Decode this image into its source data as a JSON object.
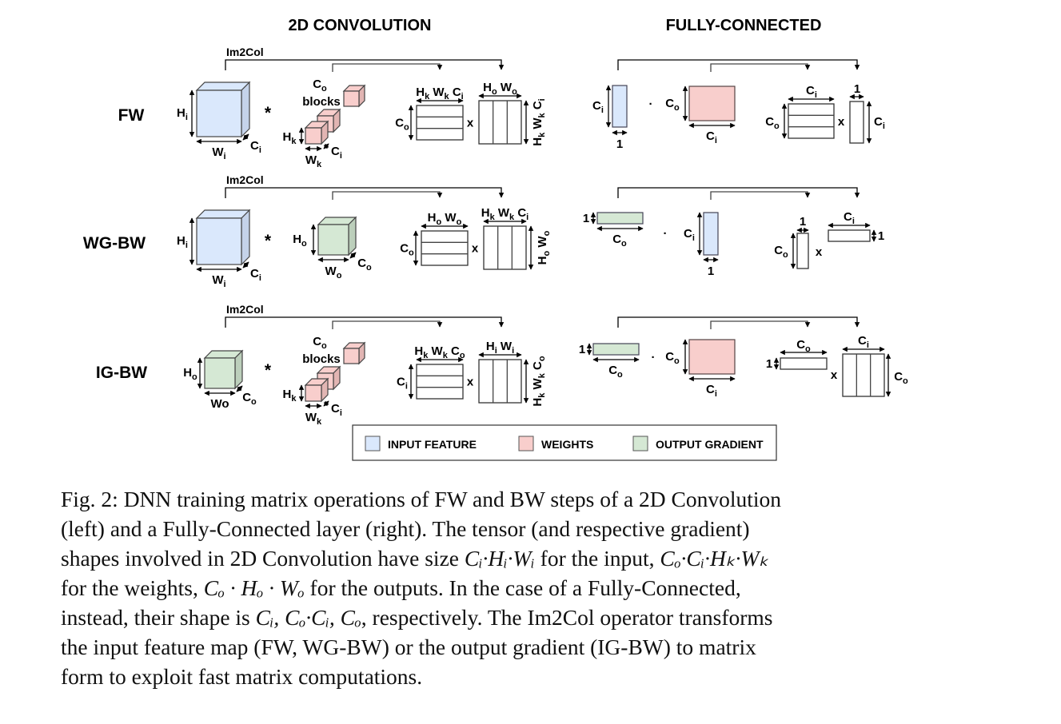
{
  "headers": {
    "conv": "2D CONVOLUTION",
    "fc": "FULLY-CONNECTED"
  },
  "rows": [
    {
      "label": "FW",
      "im2col": "Im2Col",
      "conv": {
        "op": "*",
        "tensor_a": {
          "role": "input-feature",
          "h": [
            "H",
            "i"
          ],
          "w": [
            "W",
            "i"
          ],
          "c": [
            "C",
            "i"
          ]
        },
        "tensor_b": {
          "role": "weights",
          "blocks_top": [
            "C",
            "o"
          ],
          "blocks_label": "blocks",
          "h": [
            "H",
            "k"
          ],
          "w": [
            "W",
            "k"
          ],
          "c": [
            "C",
            "i"
          ]
        },
        "matrix_a": {
          "top": [
            [
              "H",
              "k"
            ],
            [
              "W",
              "k"
            ],
            [
              "C",
              "i"
            ]
          ],
          "side": [
            [
              "C",
              "o"
            ]
          ]
        },
        "times": "x",
        "matrix_b": {
          "top": [
            [
              "H",
              "o"
            ],
            [
              "W",
              "o"
            ]
          ],
          "side": [
            [
              "H",
              "k"
            ],
            [
              "W",
              "k"
            ],
            [
              "C",
              "i"
            ]
          ]
        }
      },
      "fc": {
        "op": "·",
        "vec": {
          "role": "input-feature",
          "side": [
            "C",
            "i"
          ],
          "bottom": "1"
        },
        "mat": {
          "role": "weights",
          "side": [
            "C",
            "o"
          ],
          "bottom": [
            "C",
            "i"
          ]
        },
        "res_a": {
          "top": [
            "C",
            "i"
          ],
          "side": [
            "C",
            "o"
          ]
        },
        "times": "x",
        "res_b": {
          "top": "1",
          "side": [
            "C",
            "i"
          ]
        }
      }
    },
    {
      "label": "WG-BW",
      "im2col": "Im2Col",
      "conv": {
        "op": "*",
        "tensor_a": {
          "role": "input-feature",
          "h": [
            "H",
            "i"
          ],
          "w": [
            "W",
            "i"
          ],
          "c": [
            "C",
            "i"
          ]
        },
        "tensor_b": {
          "role": "output-gradient",
          "h": [
            "H",
            "o"
          ],
          "w": [
            "W",
            "o"
          ],
          "c": [
            "C",
            "o"
          ]
        },
        "matrix_a": {
          "top": [
            [
              "H",
              "o"
            ],
            [
              "W",
              "o"
            ]
          ],
          "side": [
            [
              "C",
              "o"
            ]
          ]
        },
        "times": "x",
        "matrix_b": {
          "top": [
            [
              "H",
              "k"
            ],
            [
              "W",
              "k"
            ],
            [
              "C",
              "i"
            ]
          ],
          "side": [
            [
              "H",
              "o"
            ],
            [
              "W",
              "o"
            ]
          ]
        }
      },
      "fc": {
        "op": "·",
        "vec": {
          "role": "output-gradient",
          "side": "1",
          "bottom": [
            "C",
            "o"
          ]
        },
        "mat": {
          "role": "input-feature",
          "side": [
            "C",
            "i"
          ],
          "bottom": "1"
        },
        "res_a": {
          "top": "1",
          "side": [
            "C",
            "o"
          ]
        },
        "times": "x",
        "res_b": {
          "top": [
            "C",
            "i"
          ],
          "side": "1"
        }
      }
    },
    {
      "label": "IG-BW",
      "im2col": "Im2Col",
      "conv": {
        "op": "*",
        "tensor_a": {
          "role": "output-gradient",
          "h": [
            "H",
            "o"
          ],
          "w": [
            "Wo",
            ""
          ],
          "c": [
            "C",
            "o"
          ]
        },
        "tensor_b": {
          "role": "weights",
          "blocks_top": [
            "C",
            "o"
          ],
          "blocks_label": "blocks",
          "h": [
            "H",
            "k"
          ],
          "w": [
            "W",
            "k"
          ],
          "c": [
            "C",
            "i"
          ]
        },
        "matrix_a": {
          "top": [
            [
              "H",
              "k"
            ],
            [
              "W",
              "k"
            ],
            [
              "C",
              "o"
            ]
          ],
          "side": [
            [
              "C",
              "i"
            ]
          ]
        },
        "times": "x",
        "matrix_b": {
          "top": [
            [
              "H",
              "i"
            ],
            [
              "W",
              "i"
            ]
          ],
          "side": [
            [
              "H",
              "k"
            ],
            [
              "W",
              "k"
            ],
            [
              "C",
              "o"
            ]
          ]
        }
      },
      "fc": {
        "op": "·",
        "vec": {
          "role": "output-gradient",
          "side": "1",
          "bottom": [
            "C",
            "o"
          ]
        },
        "mat": {
          "role": "weights",
          "side": [
            "C",
            "o"
          ],
          "bottom": [
            "C",
            "i"
          ]
        },
        "res_a": {
          "top": [
            "C",
            "o"
          ],
          "side": "1"
        },
        "times": "x",
        "res_b": {
          "top": [
            "C",
            "i"
          ],
          "side": [
            "C",
            "o"
          ]
        }
      }
    }
  ],
  "legend": [
    {
      "label": "INPUT FEATURE",
      "color": "#dae8fc",
      "border": "#6c8ebf"
    },
    {
      "label": "WEIGHTS",
      "color": "#f8cecc",
      "border": "#b85450"
    },
    {
      "label": "OUTPUT GRADIENT",
      "color": "#d5e8d4",
      "border": "#82b366"
    }
  ],
  "colors": {
    "input_feature": "#dae8fc",
    "input_feature_side": "#c5d3ea",
    "weights": "#f8cecc",
    "weights_side": "#e2b5b3",
    "output_gradient": "#d5e8d4",
    "output_gradient_side": "#bccfbb"
  },
  "caption": {
    "line1": "Fig. 2: DNN training matrix operations of FW and BW steps of a 2D Convolution",
    "line2": "(left) and a Fully-Connected layer (right). The tensor (and respective gradient)",
    "line3_a": "shapes involved in 2D Convolution have size ",
    "line3_m1": "Cᵢ·Hᵢ·Wᵢ",
    "line3_b": " for the input, ",
    "line3_m2": "Cₒ·Cᵢ·Hₖ·Wₖ",
    "line4_a": "for the weights, ",
    "line4_m1": "Cₒ · Hₒ · Wₒ",
    "line4_b": " for the outputs. In the case of a Fully-Connected,",
    "line5_a": "instead, their shape is ",
    "line5_m1": "Cᵢ, Cₒ·Cᵢ, Cₒ",
    "line5_b": ", respectively. The Im2Col operator transforms",
    "line6": "the input feature map (FW, WG-BW) or the output gradient (IG-BW) to matrix",
    "line7": "form to exploit fast matrix computations."
  }
}
